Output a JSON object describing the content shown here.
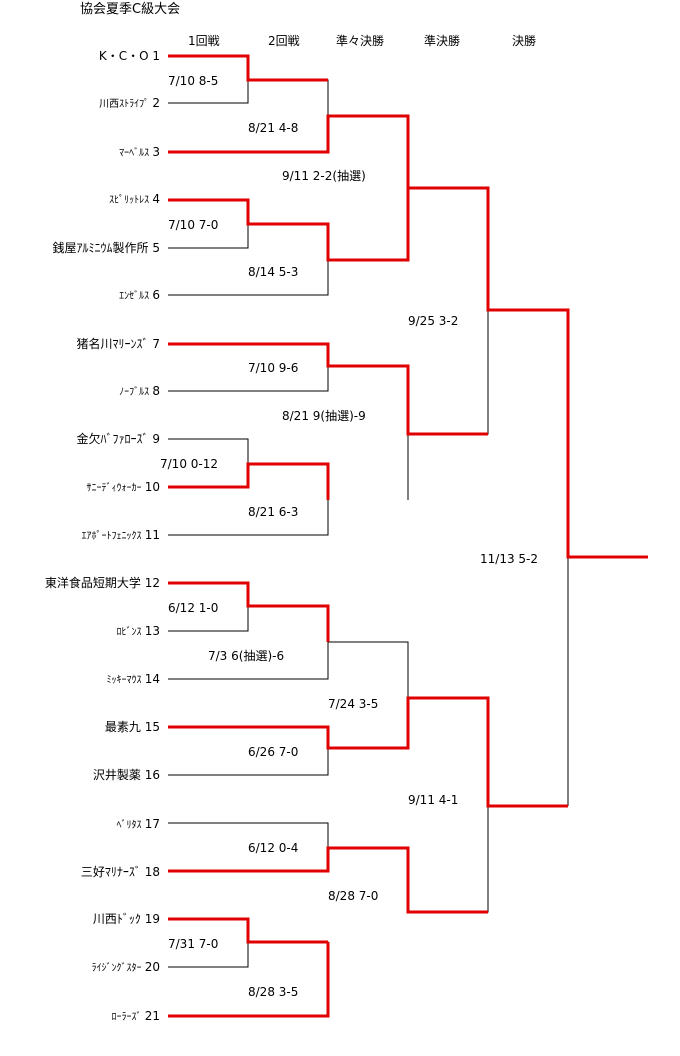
{
  "title": "協会夏季C級大会",
  "round_headers": [
    "1回戦",
    "2回戦",
    "準々決勝",
    "準決勝",
    "決勝"
  ],
  "colors": {
    "winner_line": "#e00000",
    "line": "#000000"
  },
  "teams": [
    {
      "seed": "1",
      "name": "K・C・O"
    },
    {
      "seed": "2",
      "name": "川西ｽﾄﾗｲﾌﾟ"
    },
    {
      "seed": "3",
      "name": "ﾏｰﾍﾞﾙｽ"
    },
    {
      "seed": "4",
      "name": "ｽﾋﾟﾘｯﾄﾚｽ"
    },
    {
      "seed": "5",
      "name": "銭屋ｱﾙﾐﾆｳﾑ製作所"
    },
    {
      "seed": "6",
      "name": "ｴﾝｾﾞﾙｽ"
    },
    {
      "seed": "7",
      "name": "猪名川ﾏﾘｰﾝｽﾞ"
    },
    {
      "seed": "8",
      "name": "ﾉｰﾌﾞﾙｽ"
    },
    {
      "seed": "9",
      "name": "金欠ﾊﾞﾌｧﾛｰｽﾞ"
    },
    {
      "seed": "10",
      "name": "ｻﾆｰﾃﾞｨｳｫｰｶｰ"
    },
    {
      "seed": "11",
      "name": "ｴｱﾎﾟｰﾄﾌｪﾆｯｸｽ"
    },
    {
      "seed": "12",
      "name": "東洋食品短期大学"
    },
    {
      "seed": "13",
      "name": "ﾛﾋﾞﾝｽ"
    },
    {
      "seed": "14",
      "name": "ﾐｯｷｰﾏｳｽ"
    },
    {
      "seed": "15",
      "name": "最素九"
    },
    {
      "seed": "16",
      "name": "沢井製薬"
    },
    {
      "seed": "17",
      "name": "ﾍﾞﾘﾀｽ"
    },
    {
      "seed": "18",
      "name": "三好ﾏﾘﾅｰｽﾞ"
    },
    {
      "seed": "19",
      "name": "川西ﾄﾞｯｸ"
    },
    {
      "seed": "20",
      "name": "ﾗｲｼﾞﾝｸﾞｽﾀｰ"
    },
    {
      "seed": "21",
      "name": "ﾛｰﾗｰｽﾞ"
    }
  ],
  "results": [
    {
      "date": "7/10",
      "score": "8-5"
    },
    {
      "date": "8/21",
      "score": "4-8"
    },
    {
      "date": "9/11",
      "score": "2-2(抽選)"
    },
    {
      "date": "7/10",
      "score": "7-0"
    },
    {
      "date": "8/14",
      "score": "5-3"
    },
    {
      "date": "9/25",
      "score": "3-2"
    },
    {
      "date": "7/10",
      "score": "9-6"
    },
    {
      "date": "8/21",
      "score": "9(抽選)-9"
    },
    {
      "date": "7/10",
      "score": "0-12"
    },
    {
      "date": "8/21",
      "score": "6-3"
    },
    {
      "date": "11/13",
      "score": "5-2"
    },
    {
      "date": "6/12",
      "score": "1-0"
    },
    {
      "date": "7/3",
      "score": "6(抽選)-6"
    },
    {
      "date": "7/24",
      "score": "3-5"
    },
    {
      "date": "6/26",
      "score": "7-0"
    },
    {
      "date": "9/11",
      "score": "4-1"
    },
    {
      "date": "6/12",
      "score": "0-4"
    },
    {
      "date": "8/28",
      "score": "7-0"
    },
    {
      "date": "7/31",
      "score": "7-0"
    },
    {
      "date": "8/28",
      "score": "3-5"
    }
  ]
}
